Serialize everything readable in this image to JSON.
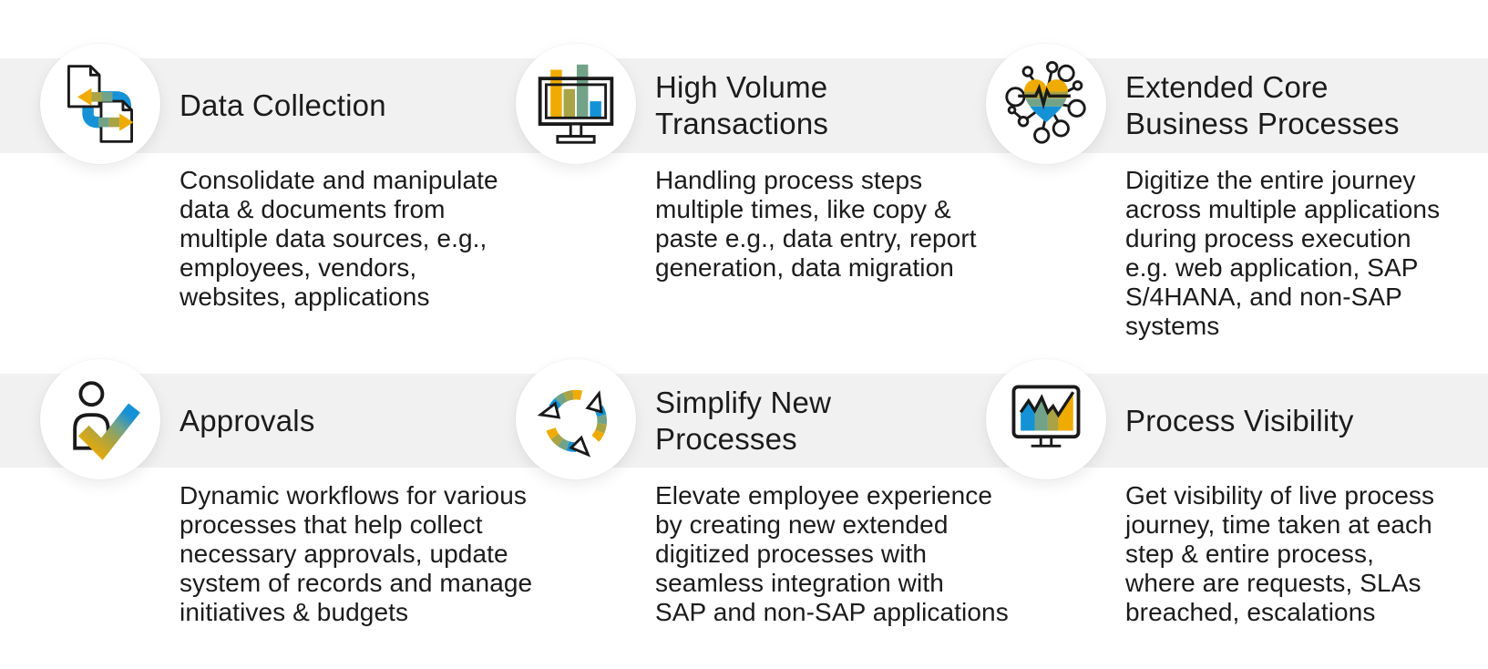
{
  "palette": {
    "gold": "#F0AB00",
    "olive": "#A8A345",
    "sage": "#72A388",
    "blue": "#1592D6",
    "band_gray": "#f1f1f1",
    "text": "#1b1b1b"
  },
  "cards": [
    {
      "id": "data-collection",
      "icon": "documents-exchange-icon",
      "title": "Data Collection",
      "description": "Consolidate and manipulate\ndata & documents from\nmultiple data sources, e.g.,\nemployees, vendors,\nwebsites, applications"
    },
    {
      "id": "high-volume-transactions",
      "icon": "bar-chart-monitor-icon",
      "title": "High Volume\nTransactions",
      "description": "Handling process steps\nmultiple times, like copy &\npaste e.g., data entry, report\ngeneration, data migration"
    },
    {
      "id": "extended-core-business-processes",
      "icon": "network-heart-icon",
      "title": "Extended Core\nBusiness Processes",
      "description": "Digitize the entire journey\nacross multiple applications\nduring process execution\ne.g. web application, SAP\nS/4HANA, and non-SAP\nsystems"
    },
    {
      "id": "approvals",
      "icon": "person-checkmark-icon",
      "title": "Approvals",
      "description": "Dynamic workflows for various\nprocesses that help collect\nnecessary approvals, update\nsystem of records and manage\ninitiatives & budgets"
    },
    {
      "id": "simplify-new-processes",
      "icon": "cycle-arrows-icon",
      "title": "Simplify New\nProcesses",
      "description": "Elevate employee experience\nby creating new extended\ndigitized processes with\nseamless integration with\nSAP and non-SAP applications"
    },
    {
      "id": "process-visibility",
      "icon": "area-chart-monitor-icon",
      "title": "Process Visibility",
      "description": "Get visibility of live process\njourney, time taken at each\nstep & entire process,\nwhere are requests, SLAs\nbreached, escalations"
    }
  ]
}
